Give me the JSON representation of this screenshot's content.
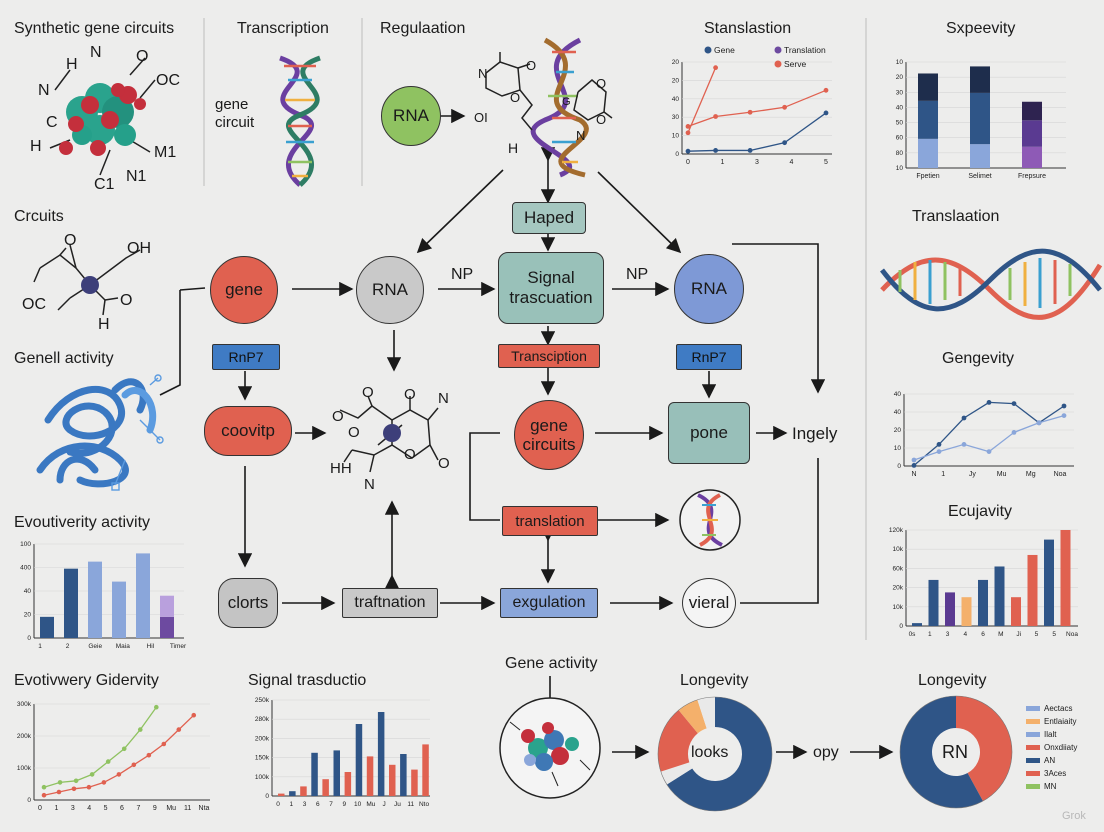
{
  "titles": {
    "synthetic": "Synthetic gene circuits",
    "transcription": "Transcription",
    "regulation": "Regulaation",
    "stanslation": "Stanslastion",
    "sxpeevity": "Sxpeevity",
    "circuits": "Crcuits",
    "translation_right": "Translaation",
    "gene_activity_left": "Genell activity",
    "gengevity": "Gengevity",
    "evoutiverity": "Evoutiverity activity",
    "ecujavity": "Ecujavity",
    "evotivwery": "Evotivwery Gidervity",
    "signal_transductio": "Signal trasductio",
    "longevity_center": "Longevity",
    "longevity_right": "Longevity",
    "gene_activity_center": "Gene activity"
  },
  "molecule_top_left": {
    "atoms": [
      "N",
      "H",
      "O",
      "OC",
      "N",
      "C",
      "H",
      "M1",
      "N1",
      "C1"
    ]
  },
  "molecule_circuits": {
    "atoms": [
      "O",
      "OH",
      "OC",
      "O",
      "H"
    ]
  },
  "molecule_center": {
    "atoms": [
      "N",
      "O",
      "O",
      "OI",
      "G",
      "O",
      "H",
      "O",
      "N"
    ]
  },
  "molecule_lower": {
    "atoms": [
      "O",
      "O",
      "N",
      "O",
      "O",
      "HH",
      "N",
      "O",
      "O"
    ]
  },
  "gene_circuit_text": "gene\ncircuit",
  "nodes": {
    "rna_green": "RNA",
    "haped": "Haped",
    "gene": "gene",
    "rna_grey": "RNA",
    "np_left": "NP",
    "signal": "Signal\ntrascuation",
    "np_right": "NP",
    "rna_blue": "RNA",
    "rnp7_left": "RnP7",
    "transciption": "Transciption",
    "rnp7_right": "RnP7",
    "coovitp": "coovitp",
    "gene_circuits": "gene\ncircuits",
    "pone": "pone",
    "ingely": "Ingely",
    "translation": "translation",
    "clorts": "clorts",
    "trafination": "traftnation",
    "exgulation": "exgulation",
    "vieral": "vieral",
    "looks": "looks",
    "opy": "opy",
    "rn": "RN"
  },
  "colors": {
    "red": "#e06150",
    "grey": "#c4c4c4",
    "teal": "#98bfb9",
    "blue": "#7e99d6",
    "green": "#8fc261",
    "navy": "#2f5587",
    "orange": "#f4b06b",
    "purple": "#6d4aa0"
  },
  "legend_right": [
    "Aectacs",
    "Entlaiaity",
    "Ilalt",
    "Onxdiiaty",
    "AN",
    "3Aces",
    "MN"
  ],
  "watermark": "Grok",
  "chart_data": [
    {
      "id": "stanslastion",
      "type": "line",
      "title": "Stanslastion",
      "x": [
        "0",
        "1",
        "3",
        "4",
        "5"
      ],
      "yticks": [
        "0",
        "10",
        "30",
        "40",
        "20",
        "20"
      ],
      "legend": [
        "Gene",
        "Translation",
        "Serve"
      ],
      "series": [
        {
          "name": "Gene",
          "color": "#2f5587",
          "values": [
            0.4,
            0.5,
            0.5,
            1.6,
            5.8
          ]
        },
        {
          "name": "Serve",
          "color": "#e06150",
          "values": [
            3.9,
            5.3,
            5.9,
            6.6,
            9.0
          ]
        },
        {
          "name": "Translation",
          "color": "#e06150",
          "values": [
            3.0,
            12.2,
            null,
            null,
            null
          ]
        }
      ]
    },
    {
      "id": "sxpeevity",
      "type": "bar",
      "title": "Sxpeevity",
      "categories": [
        "Fpetien",
        "Selimet",
        "Frepsure"
      ],
      "yticks": [
        "10",
        "80",
        "60",
        "50",
        "40",
        "30",
        "20",
        "10"
      ],
      "stacks": [
        [
          {
            "v": 33,
            "c": "#8aa6da"
          },
          {
            "v": 43,
            "c": "#2f5587"
          },
          {
            "v": 31,
            "c": "#1e2d4c"
          }
        ],
        [
          {
            "v": 27,
            "c": "#8aa6da"
          },
          {
            "v": 58,
            "c": "#2f5587"
          },
          {
            "v": 30,
            "c": "#1e2d4c"
          }
        ],
        [
          {
            "v": 24,
            "c": "#8e5ab6"
          },
          {
            "v": 30,
            "c": "#5a3a91"
          },
          {
            "v": 21,
            "c": "#2e2350"
          }
        ]
      ]
    },
    {
      "id": "gengevity",
      "type": "line",
      "title": "Gengevity",
      "x": [
        "N",
        "1",
        "Jy",
        "Mu",
        "Mg",
        "Noa"
      ],
      "yticks": [
        "0",
        "10",
        "20",
        "40",
        "40"
      ],
      "series": [
        {
          "name": "",
          "color": "#2f5587",
          "values": [
            0.5,
            18,
            40,
            53,
            52,
            36,
            50
          ]
        },
        {
          "name": "",
          "color": "#8aa6da",
          "values": [
            5,
            12,
            18,
            12,
            28,
            36,
            42
          ]
        }
      ]
    },
    {
      "id": "ecujavity",
      "type": "bar",
      "title": "Ecujavity",
      "categories": [
        "0s",
        "1",
        "3",
        "4",
        "6",
        "M",
        "Ji",
        "5",
        "5",
        "Noa"
      ],
      "yticks": [
        "0",
        "10k",
        "20k",
        "60k",
        "10k",
        "120k"
      ],
      "bars": [
        {
          "v": 3,
          "c": "#2f5587"
        },
        {
          "v": 48,
          "c": "#2f5587"
        },
        {
          "v": 35,
          "c": "#5a3a91"
        },
        {
          "v": 30,
          "c": "#f4b06b"
        },
        {
          "v": 48,
          "c": "#2f5587"
        },
        {
          "v": 62,
          "c": "#2f5587"
        },
        {
          "v": 30,
          "c": "#e06150"
        },
        {
          "v": 74,
          "c": "#e06150"
        },
        {
          "v": 90,
          "c": "#2f5587"
        },
        {
          "v": 100,
          "c": "#e06150"
        }
      ]
    },
    {
      "id": "evoutiverity",
      "type": "bar",
      "title": "Evoutiverity activity",
      "categories": [
        "1",
        "2",
        "Geie",
        "Maia",
        "Hil",
        "Timer"
      ],
      "yticks": [
        "0",
        "20",
        "40",
        "400",
        "100"
      ],
      "bars": [
        {
          "v": 18,
          "c": "#2f5587"
        },
        {
          "v": 59,
          "c": "#2f5587"
        },
        {
          "v": 65,
          "c": "#8aa6da"
        },
        {
          "v": 48,
          "c": "#8aa6da"
        },
        {
          "v": 72,
          "c": "#8aa6da"
        },
        {
          "v": 36,
          "c": "#b9a0dd",
          "base": 18,
          "baseColor": "#6d4aa0"
        }
      ]
    },
    {
      "id": "evotivwery",
      "type": "line",
      "title": "Evotivwery Gidervity",
      "x": [
        "0",
        "1",
        "3",
        "4",
        "5",
        "6",
        "7",
        "9",
        "Mu",
        "11",
        "Nta"
      ],
      "yticks": [
        "0",
        "100k",
        "200k",
        "300k"
      ],
      "series": [
        {
          "name": "",
          "color": "#8fc261",
          "values": [
            40,
            55,
            60,
            80,
            120,
            160,
            220,
            290
          ]
        },
        {
          "name": "",
          "color": "#e06150",
          "values": [
            15,
            25,
            35,
            40,
            55,
            80,
            110,
            140,
            175,
            220,
            265
          ]
        }
      ]
    },
    {
      "id": "signal_trasductio",
      "type": "bar",
      "title": "Signal trasductio",
      "categories": [
        "0",
        "1",
        "3",
        "6",
        "7",
        "9",
        "10",
        "Mu",
        "J",
        "Ju",
        "11",
        "Nto"
      ],
      "yticks": [
        "0",
        "100k",
        "150k",
        "200k",
        "280k",
        "250k"
      ],
      "bars": [
        {
          "v": 2,
          "c": "#e06150"
        },
        {
          "v": 4,
          "c": "#2f5587"
        },
        {
          "v": 8,
          "c": "#e06150"
        },
        {
          "v": 36,
          "c": "#2f5587"
        },
        {
          "v": 14,
          "c": "#e06150"
        },
        {
          "v": 38,
          "c": "#2f5587"
        },
        {
          "v": 20,
          "c": "#e06150"
        },
        {
          "v": 60,
          "c": "#2f5587"
        },
        {
          "v": 33,
          "c": "#e06150"
        },
        {
          "v": 70,
          "c": "#2f5587"
        },
        {
          "v": 26,
          "c": "#e06150"
        },
        {
          "v": 35,
          "c": "#2f5587"
        },
        {
          "v": 22,
          "c": "#e06150"
        },
        {
          "v": 43,
          "c": "#e06150"
        }
      ]
    },
    {
      "id": "donut_looks",
      "type": "pie",
      "title": "Longevity",
      "slices": [
        {
          "v": 66,
          "c": "#2f5587"
        },
        {
          "v": 4,
          "c": "#e9e9e9"
        },
        {
          "v": 19,
          "c": "#e06150"
        },
        {
          "v": 6,
          "c": "#f4b06b"
        },
        {
          "v": 5,
          "c": "#e9e9e9"
        }
      ]
    },
    {
      "id": "donut_rn",
      "type": "pie",
      "title": "Longevity",
      "slices": [
        {
          "v": 42,
          "c": "#e06150"
        },
        {
          "v": 58,
          "c": "#2f5587"
        }
      ]
    }
  ]
}
